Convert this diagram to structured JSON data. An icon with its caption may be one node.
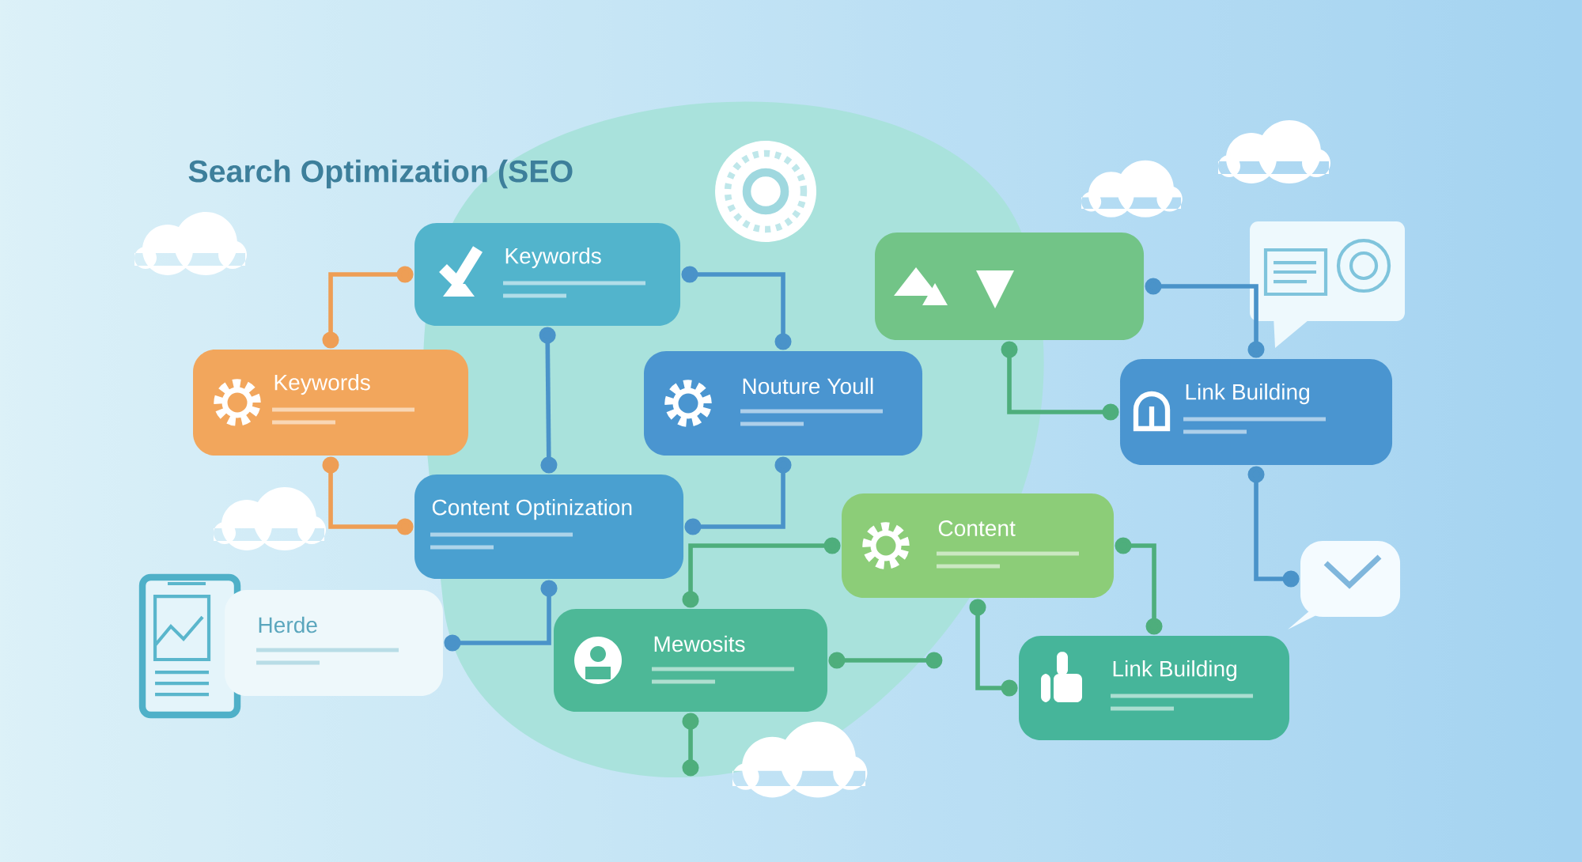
{
  "diagram": {
    "title": "Search Optimization (SEO",
    "nodes": [
      {
        "text": [
          "Keywords"
        ]
      },
      {
        "text": [
          "Keywords"
        ]
      },
      {
        "text": [
          "Nouture Youll"
        ]
      },
      {
        "text": [
          "Content Optinization"
        ]
      },
      {
        "text": [],
        "shape": "box"
      },
      {
        "text": [
          "Link Building"
        ]
      },
      {
        "text": [
          "Content"
        ]
      },
      {
        "text": [
          "Herde"
        ]
      },
      {
        "text": [
          "Mewosits"
        ]
      },
      {
        "text": [
          "Link Building"
        ]
      },
      {
        "text": [],
        "shape": "picture"
      }
    ],
    "edges": [
      {
        "from": 0,
        "to": 1,
        "arrow": "other",
        "color": "#ee9e55"
      },
      {
        "from": 0,
        "to": 2,
        "arrow": "other"
      },
      {
        "from": 0,
        "to": 3,
        "arrow": "other"
      },
      {
        "from": 1,
        "to": 3,
        "arrow": "other",
        "color": "#ee9e55"
      },
      {
        "from": 2,
        "to": 3,
        "arrow": "other"
      },
      {
        "from": 3,
        "to": 7,
        "arrow": "other"
      },
      {
        "from": 4,
        "to": 5,
        "arrow": "other"
      },
      {
        "from": 4,
        "to": 5,
        "arrow": "other",
        "color": "#4eae7c"
      },
      {
        "from": 6,
        "to": 8,
        "arrow": "other",
        "color": "#4eae7c"
      },
      {
        "from": 6,
        "to": 9,
        "arrow": "other",
        "color": "#4eae7c"
      },
      {
        "from": 6,
        "to": 9,
        "arrow": "other",
        "color": "#4eae7c"
      },
      {
        "from": 5,
        "to": 10,
        "arrow": "other"
      },
      {
        "from": 8,
        "to": null,
        "arrow": "other",
        "color": "#4eae7c"
      },
      {
        "from": 8,
        "to": null,
        "arrow": "other",
        "color": "#4eae7c"
      }
    ]
  }
}
